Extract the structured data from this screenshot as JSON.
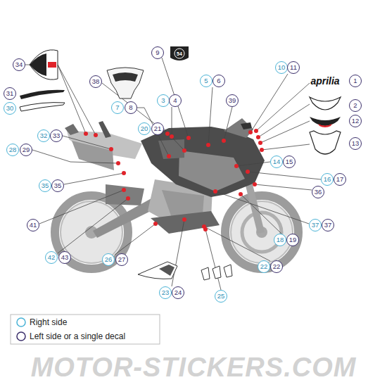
{
  "diagram": {
    "nodes": [
      {
        "text": [
          "9"
        ]
      },
      {
        "text": [
          "34"
        ]
      },
      {
        "text": [
          "10"
        ]
      },
      {
        "text": [
          "11"
        ]
      },
      {
        "text": [
          "5"
        ]
      },
      {
        "text": [
          "6"
        ]
      },
      {
        "text": [
          "38"
        ]
      },
      {
        "text": [
          "1"
        ]
      },
      {
        "text": [
          "31"
        ]
      },
      {
        "text": [
          "3"
        ]
      },
      {
        "text": [
          "4"
        ]
      },
      {
        "text": [
          "39"
        ]
      },
      {
        "text": [
          "2"
        ]
      },
      {
        "text": [
          "7"
        ]
      },
      {
        "text": [
          "8"
        ]
      },
      {
        "text": [
          "30"
        ]
      },
      {
        "text": [
          "12"
        ]
      },
      {
        "text": [
          "20"
        ]
      },
      {
        "text": [
          "21"
        ]
      },
      {
        "text": [
          "32"
        ]
      },
      {
        "text": [
          "33"
        ]
      },
      {
        "text": [
          "13"
        ]
      },
      {
        "text": [
          "28"
        ]
      },
      {
        "text": [
          "29"
        ]
      },
      {
        "text": [
          "14"
        ]
      },
      {
        "text": [
          "15"
        ]
      },
      {
        "text": [
          "16"
        ]
      },
      {
        "text": [
          "17"
        ]
      },
      {
        "text": [
          "35"
        ]
      },
      {
        "text": [
          "35"
        ]
      },
      {
        "text": [
          "36"
        ]
      },
      {
        "text": [
          "41"
        ]
      },
      {
        "text": [
          "37"
        ]
      },
      {
        "text": [
          "37"
        ]
      },
      {
        "text": [
          "18"
        ]
      },
      {
        "text": [
          "19"
        ]
      },
      {
        "text": [
          "42"
        ]
      },
      {
        "text": [
          "43"
        ]
      },
      {
        "text": [
          "26"
        ]
      },
      {
        "text": [
          "27"
        ]
      },
      {
        "text": [
          "22"
        ]
      },
      {
        "text": [
          "22"
        ]
      },
      {
        "text": [
          "23"
        ]
      },
      {
        "text": [
          "24"
        ]
      },
      {
        "text": [
          "25"
        ]
      }
    ],
    "labels": [
      "aprilia",
      "54",
      "MOTOR-STICKERS.COM"
    ],
    "legend": [
      {
        "text": "Right side"
      },
      {
        "text": "Left side or a single decal"
      }
    ]
  }
}
